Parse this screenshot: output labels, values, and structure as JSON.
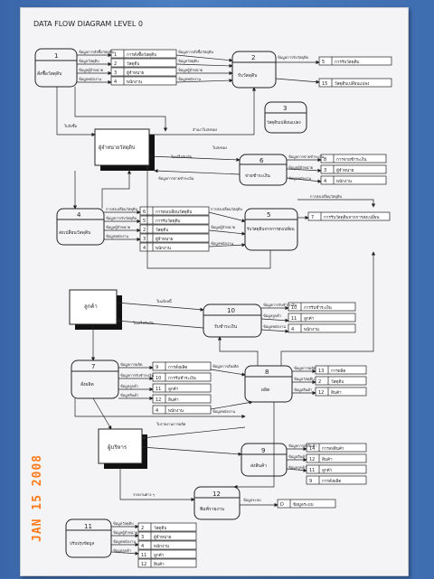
{
  "title": "DATA FLOW DIAGRAM LEVEL 0",
  "stamp": "JAN 15 2008",
  "processes": [
    {
      "id": "p1",
      "num": "1",
      "name": "สั่งซื้อวัสดุดิบ"
    },
    {
      "id": "p2",
      "num": "2",
      "name": "รับวัสดุดิบ"
    },
    {
      "id": "p3",
      "num": "3",
      "name": "วัสดุดิบเปลี่ยนแปลง"
    },
    {
      "id": "p4",
      "num": "4",
      "name": "ส่งเปลี่ยนวัสดุดิบ"
    },
    {
      "id": "p5",
      "num": "5",
      "name": "รับวัสดุดิบจากการส่งเปลี่ยน"
    },
    {
      "id": "p6",
      "num": "6",
      "name": "จ่ายชำระเงิน"
    },
    {
      "id": "p7",
      "num": "7",
      "name": "สั่งผลิต"
    },
    {
      "id": "p8",
      "num": "8",
      "name": "ผลิต"
    },
    {
      "id": "p9",
      "num": "9",
      "name": "ส่งสินค้า"
    },
    {
      "id": "p10",
      "num": "10",
      "name": "รับชำระเงิน"
    },
    {
      "id": "p11",
      "num": "11",
      "name": "ปรับปรุงข้อมูล"
    },
    {
      "id": "p12",
      "num": "12",
      "name": "พิมพ์รายงาน"
    }
  ],
  "entities": [
    {
      "id": "e1",
      "name": "ผู้จำหน่ายวัสดุดิบ"
    },
    {
      "id": "e2",
      "name": "ลูกค้า"
    },
    {
      "id": "e3",
      "name": "ผู้บริหาร"
    }
  ],
  "stores": [
    {
      "id": "s_a1",
      "num": "1",
      "name": "การสั่งซื้อวัสดุดิบ"
    },
    {
      "id": "s_a2",
      "num": "2",
      "name": "วัสดุดิบ"
    },
    {
      "id": "s_a3",
      "num": "3",
      "name": "ผู้จำหน่าย"
    },
    {
      "id": "s_a4",
      "num": "4",
      "name": "พนักงาน"
    },
    {
      "id": "s_b5",
      "num": "5",
      "name": "การรับวัสดุดิบ"
    },
    {
      "id": "s_b15",
      "num": "15",
      "name": "วัสดุดิบเปลี่ยนแปลง"
    },
    {
      "id": "s_c8",
      "num": "8",
      "name": "การจ่ายชำระเงิน"
    },
    {
      "id": "s_c3",
      "num": "3",
      "name": "ผู้จำหน่าย"
    },
    {
      "id": "s_c4",
      "num": "4",
      "name": "พนักงาน"
    },
    {
      "id": "s_d6",
      "num": "6",
      "name": "การส่งเปลี่ยนวัสดุดิบ"
    },
    {
      "id": "s_d5",
      "num": "5",
      "name": "การรับวัสดุดิบ"
    },
    {
      "id": "s_d2",
      "num": "2",
      "name": "วัสดุดิบ"
    },
    {
      "id": "s_d3",
      "num": "3",
      "name": "ผู้จำหน่าย"
    },
    {
      "id": "s_d4",
      "num": "4",
      "name": "พนักงาน"
    },
    {
      "id": "s_e7",
      "num": "7",
      "name": "การรับวัสดุดิบจากการส่งเปลี่ยน"
    },
    {
      "id": "s_f10",
      "num": "10",
      "name": "การรับชำระเงิน"
    },
    {
      "id": "s_f11",
      "num": "11",
      "name": "ลูกค้า"
    },
    {
      "id": "s_f4",
      "num": "4",
      "name": "พนักงาน"
    },
    {
      "id": "s_g9",
      "num": "9",
      "name": "การสั่งผลิต"
    },
    {
      "id": "s_g10",
      "num": "10",
      "name": "การรับชำระเงิน"
    },
    {
      "id": "s_g11",
      "num": "11",
      "name": "ลูกค้า"
    },
    {
      "id": "s_g12",
      "num": "12",
      "name": "สินค้า"
    },
    {
      "id": "s_g4",
      "num": "4",
      "name": "พนักงาน"
    },
    {
      "id": "s_h13",
      "num": "13",
      "name": "การผลิต"
    },
    {
      "id": "s_h2",
      "num": "2",
      "name": "วัสดุดิบ"
    },
    {
      "id": "s_h12",
      "num": "12",
      "name": "สินค้า"
    },
    {
      "id": "s_i14",
      "num": "14",
      "name": "การส่งสินค้า"
    },
    {
      "id": "s_i12",
      "num": "12",
      "name": "สินค้า"
    },
    {
      "id": "s_i11",
      "num": "11",
      "name": "ลูกค้า"
    },
    {
      "id": "s_i9",
      "num": "9",
      "name": "การสั่งผลิต"
    },
    {
      "id": "s_jD",
      "num": "D",
      "name": "ข้อมูลระบบ"
    },
    {
      "id": "s_k2",
      "num": "2",
      "name": "วัสดุดิบ"
    },
    {
      "id": "s_k3",
      "num": "3",
      "name": "ผู้จำหน่าย"
    },
    {
      "id": "s_k4",
      "num": "4",
      "name": "พนักงาน"
    },
    {
      "id": "s_k11",
      "num": "11",
      "name": "ลูกค้า"
    },
    {
      "id": "s_k12",
      "num": "12",
      "name": "สินค้า"
    }
  ],
  "flows": {
    "f1": "ข้อมูลการสั่งซื้อวัสดุดิบ",
    "f2": "ข้อมูลวัสดุดิบ",
    "f3": "ข้อมูลผู้จำหน่าย",
    "f4": "ข้อมูลพนักงาน",
    "f5": "ใบสั่งซื้อ",
    "f6": "สำเนาใบส่งของ",
    "f7": "ใบส่งของ",
    "f8": "ใบเสร็จรับเงิน",
    "f9": "ข้อมูลการจ่ายชำระเงิน",
    "f10": "ใบแจ้งหนี้",
    "f11": "ใบเสนอราคา",
    "f12": "ข้อมูลลูกค้า",
    "f13": "ข้อมูลการรับชำระเงิน",
    "f14": "ข้อมูลสินค้า",
    "f15": "ข้อมูลการผลิต",
    "f16": "ข้อมูลการสั่งผลิต",
    "f17": "ข้อมูลการส่งสินค้า",
    "f18": "ใบรายงานการผลิต",
    "f19": "รายงานต่าง ๆ",
    "f20": "ข้อมูลระบบ",
    "f21": "การส่งเปลี่ยนวัสดุดิบ",
    "f22": "ข้อมูลการรับวัสดุดิบ"
  }
}
